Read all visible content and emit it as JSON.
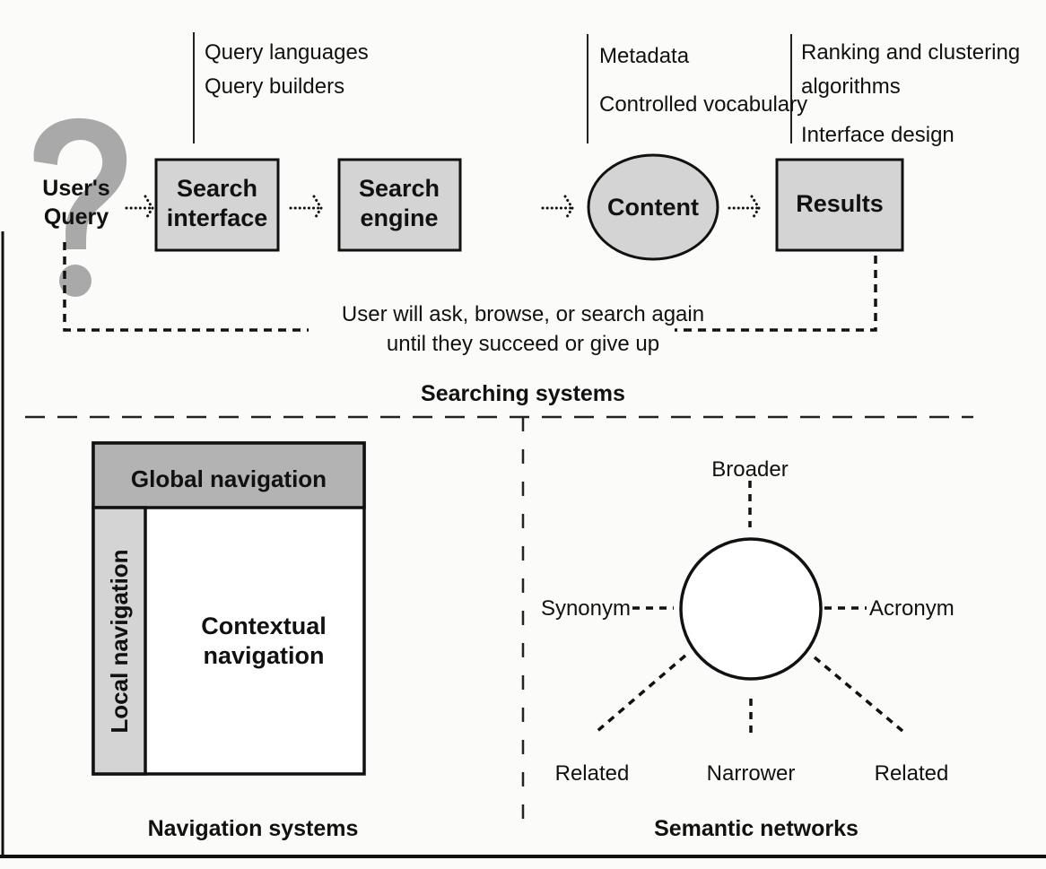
{
  "searching": {
    "title": "Searching systems",
    "user_query": [
      "User's",
      "Query"
    ],
    "nodes": [
      {
        "id": "search-interface",
        "lines": [
          "Search",
          "interface"
        ],
        "shape": "box"
      },
      {
        "id": "search-engine",
        "lines": [
          "Search",
          "engine"
        ],
        "shape": "box"
      },
      {
        "id": "content",
        "lines": [
          "Content"
        ],
        "shape": "ellipse"
      },
      {
        "id": "results",
        "lines": [
          "Results"
        ],
        "shape": "box"
      }
    ],
    "annotations": {
      "search_interface": [
        "Query languages",
        "Query builders"
      ],
      "content": [
        "Metadata",
        "Controlled vocabulary"
      ],
      "results": [
        "Ranking and clustering",
        "algorithms",
        "Interface design"
      ]
    },
    "loop_text": [
      "User will ask, browse, or search again",
      "until they succeed or give up"
    ]
  },
  "navigation": {
    "title": "Navigation systems",
    "global": "Global navigation",
    "local": "Local navigation",
    "contextual": [
      "Contextual",
      "navigation"
    ]
  },
  "semantic": {
    "title": "Semantic networks",
    "relations": {
      "top": "Broader",
      "left": "Synonym",
      "right": "Acronym",
      "bottom_left": "Related",
      "bottom": "Narrower",
      "bottom_right": "Related"
    }
  },
  "colors": {
    "box_fill": "#d4d4d4",
    "header_fill": "#b3b3b3",
    "question_mark": "#a9a9a9",
    "ink": "#111111"
  }
}
